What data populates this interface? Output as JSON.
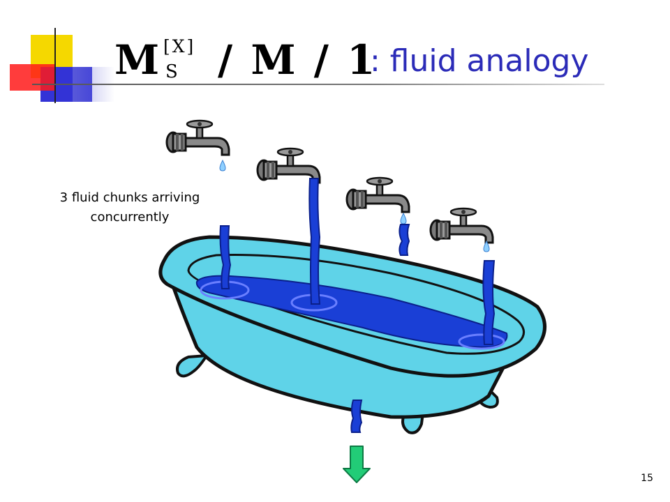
{
  "slide": {
    "title": {
      "kendall_main": "M",
      "kendall_batch": "[X]",
      "kendall_sub": "S",
      "kendall_rest": "/ M / 1",
      "suffix": ": fluid analogy"
    },
    "caption": "3 fluid chunks arriving\nconcurrently",
    "page_number": "15"
  },
  "colors": {
    "title_text": "#2b2bb8",
    "water": "#1a3fd6",
    "tub": "#5fd3e8",
    "arrow": "#22cc77"
  },
  "icons": [
    "faucet-icon",
    "bathtub-icon",
    "down-arrow-icon"
  ]
}
